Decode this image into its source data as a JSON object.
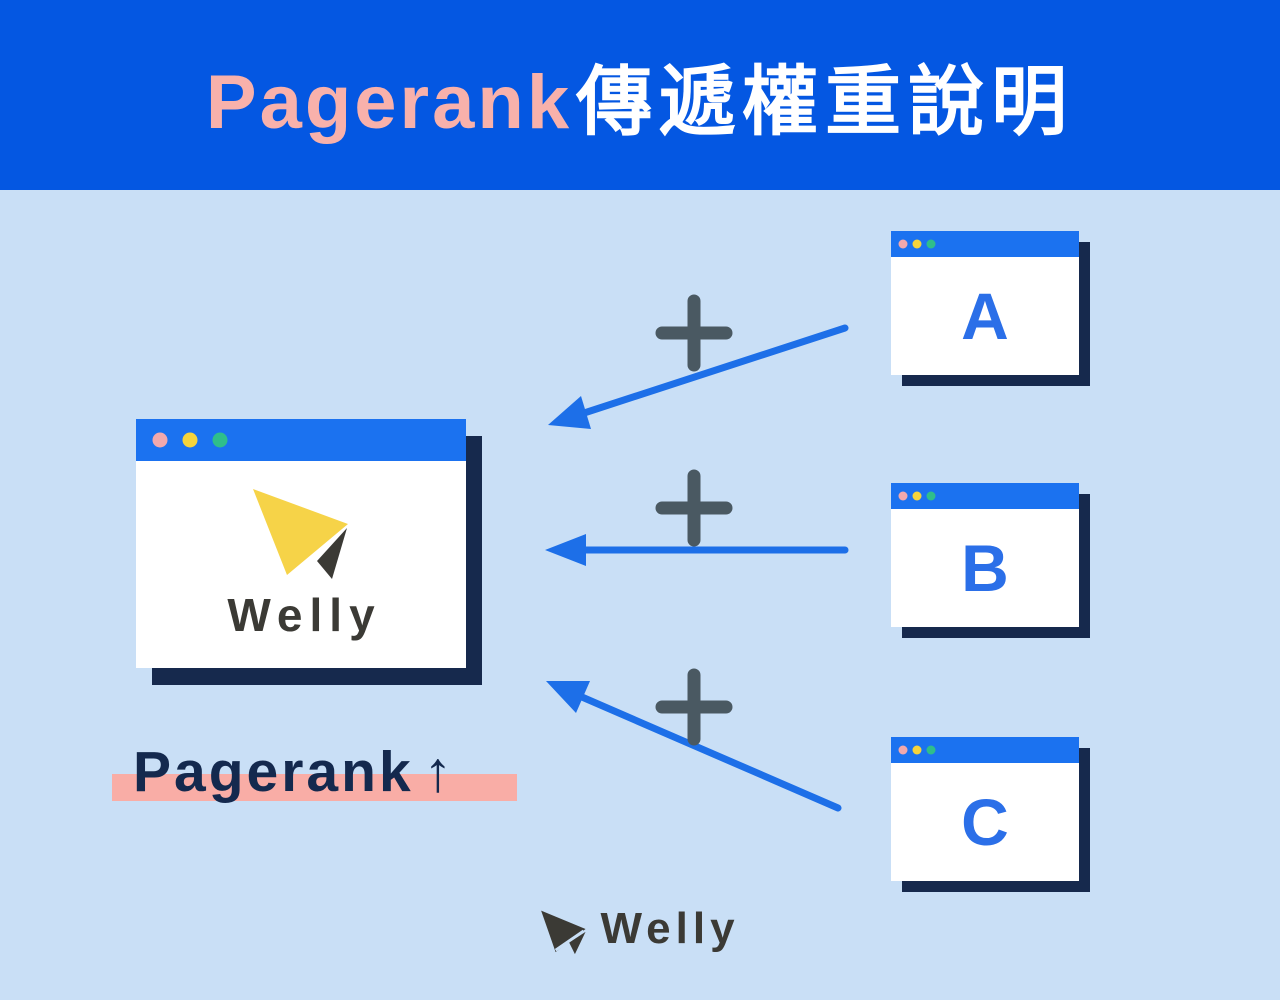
{
  "header": {
    "title_en": "Pagerank",
    "title_zh": "傳遞權重說明"
  },
  "main_window": {
    "brand": "Welly"
  },
  "caption": {
    "text": "Pagerank",
    "arrow": "↑"
  },
  "source_windows": [
    {
      "label": "A"
    },
    {
      "label": "B"
    },
    {
      "label": "C"
    }
  ],
  "footer": {
    "brand": "Welly"
  },
  "colors": {
    "background": "#C9DFF6",
    "header_bg": "#0457E2",
    "title_en": "#F8B1AB",
    "title_zh": "#FFFFFF",
    "window_titlebar": "#1B72F0",
    "window_shadow": "#16294D",
    "dot_red": "#F2A9AD",
    "dot_yellow": "#F5D43C",
    "dot_green": "#2FBE8B",
    "arrow": "#1D6FE8",
    "plus": "#4A5962",
    "page_letter": "#2B6FE8",
    "caption_text": "#14294E",
    "caption_highlight": "#F9ADA6",
    "logo_yellow": "#F6D348",
    "logo_dark": "#3B3A35"
  }
}
